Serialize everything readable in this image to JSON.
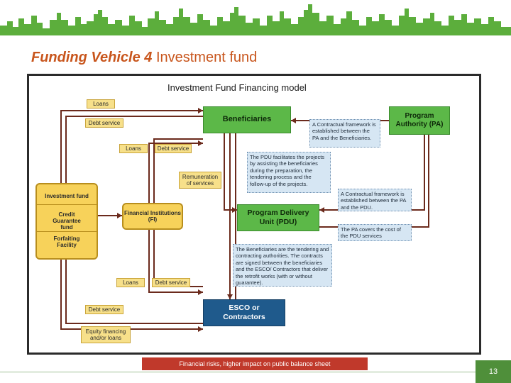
{
  "slide": {
    "title_bold": "Funding Vehicle 4",
    "title_rest": " Investment fund",
    "page_number": "13"
  },
  "diagram": {
    "title": "Investment Fund Financing model",
    "labels": {
      "loans_top": "Loans",
      "debt_service_top": "Debt service",
      "loans_mid": "Loans",
      "debt_service_mid": "Debt service",
      "remuneration": "Remuneration of services",
      "loans_low": "Loans",
      "debt_service_low": "Debt service",
      "debt_service_bottom": "Debt service",
      "equity": "Equity financing and/or loans"
    },
    "nodes": {
      "beneficiaries": "Beneficiaries",
      "program_authority": "Program Authority (PA)",
      "pdu_line1": "Program Delivery",
      "pdu_line2": "Unit (PDU)",
      "esco_line1": "ESCO or",
      "esco_line2": "Contractors",
      "financial_institutions": "Financial Institutions (FI)"
    },
    "investment_fund": {
      "title": "Investment fund",
      "credit": "Credit Guarantee fund",
      "forfaiting": "Forfaiting Facility"
    },
    "notes": {
      "contract_pa_beneficiaries": "A Contractual framework is established between the PA and the Beneficiaries.",
      "pdu_facilitates": "The PDU facilitates the projects by assisting the beneficiaries during the preparation, the tendering process and the follow-up of the projects.",
      "contract_pa_pdu": "A Contractual framework is established between the PA and the PDU.",
      "pa_covers": "The PA covers the cost of the PDU services",
      "beneficiaries_tendering": "The Beneficiaries are the tendering and contracting authorities. The contracts are signed between the beneficiaries and the ESCO/ Contractors that deliver the retrofit works (with or without guarantee)."
    }
  },
  "footer": {
    "banner": "Financial risks, higher impact on public balance sheet"
  },
  "colors": {
    "title_accent": "#c8551c",
    "green_node": "#5cb848",
    "blue_node": "#1f5a8c",
    "yellow_label": "#f7e08a",
    "note_bg": "#d6e6f3",
    "flow_line": "#6b2a1c",
    "banner": "#c0392b",
    "skyline": "#5cae3c"
  }
}
